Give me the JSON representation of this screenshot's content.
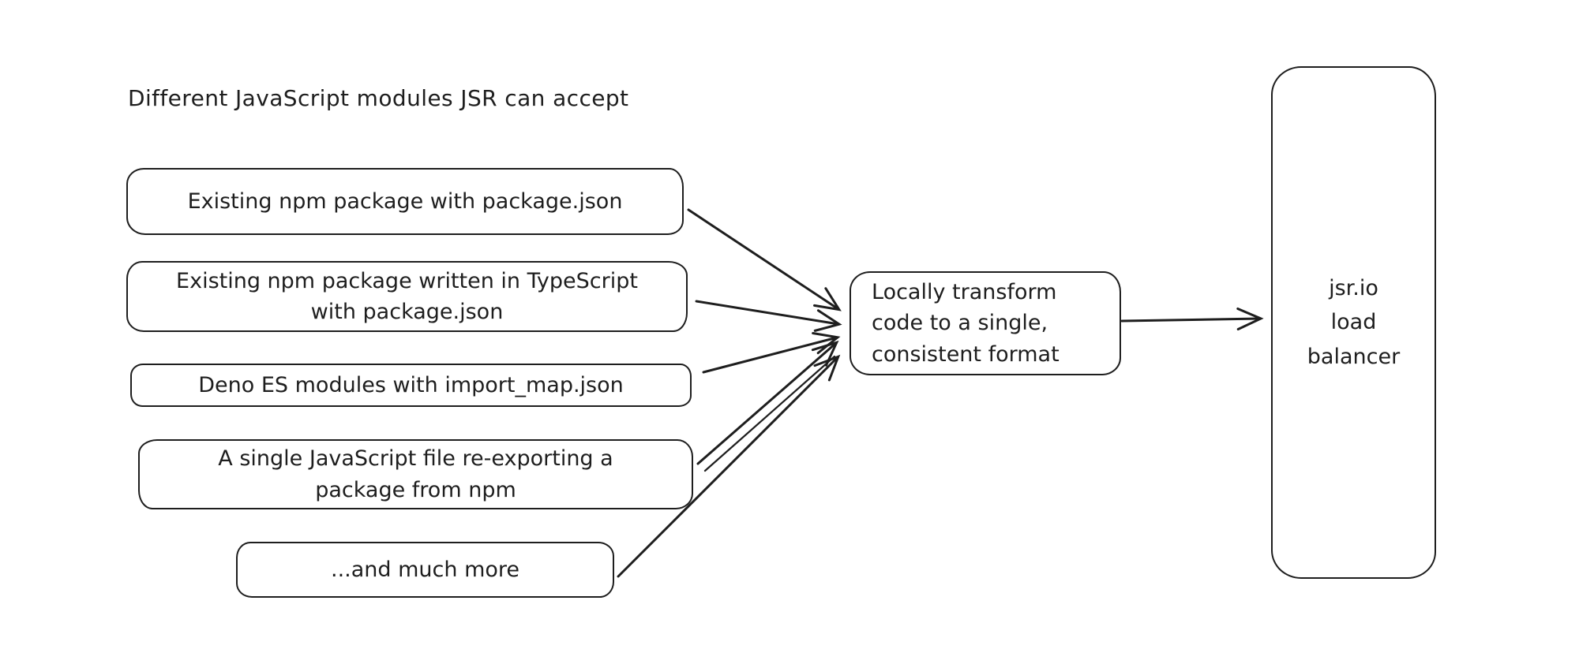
{
  "page": {
    "background": "#ffffff",
    "ink_color": "#1e1e1e"
  },
  "title": "Different JavaScript modules JSR can accept",
  "sources": [
    {
      "id": "existing-npm-package",
      "label": "Existing npm package with package.json"
    },
    {
      "id": "npm-package-typescript",
      "label": "Existing npm package written in TypeScript\nwith package.json"
    },
    {
      "id": "deno-es-modules",
      "label": "Deno ES modules with import_map.json"
    },
    {
      "id": "single-js-file",
      "label": "A single JavaScript file re-exporting a\npackage from npm"
    },
    {
      "id": "and-much-more",
      "label": "...and much more"
    }
  ],
  "transform_node": {
    "id": "local-transform",
    "label": "Locally transform\ncode to a single,\nconsistent format"
  },
  "target_node": {
    "id": "load-balancer",
    "label": "jsr.io\nload\nbalancer"
  },
  "edges": [
    {
      "from": "existing-npm-package",
      "to": "local-transform"
    },
    {
      "from": "npm-package-typescript",
      "to": "local-transform"
    },
    {
      "from": "deno-es-modules",
      "to": "local-transform"
    },
    {
      "from": "single-js-file",
      "to": "local-transform"
    },
    {
      "from": "and-much-more",
      "to": "local-transform"
    },
    {
      "from": "local-transform",
      "to": "load-balancer"
    }
  ]
}
